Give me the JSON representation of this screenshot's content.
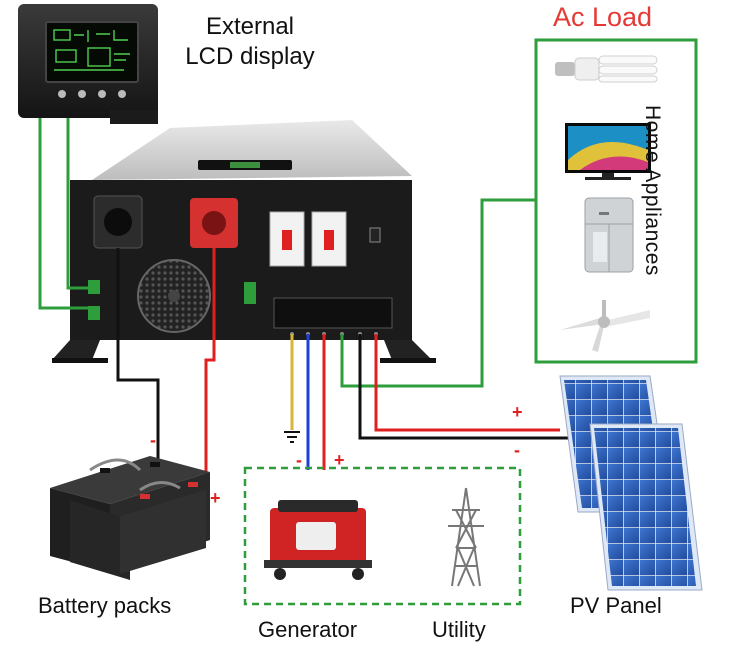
{
  "labels": {
    "lcd_display": "External\nLCD display",
    "ac_load": "Ac Load",
    "home_appliances": "Home Appliances",
    "battery_packs": "Battery packs",
    "generator": "Generator",
    "utility": "Utility",
    "pv_panel": "PV Panel"
  },
  "polarity": {
    "battery_neg": "-",
    "battery_pos": "+",
    "gen_neg": "-",
    "gen_pos": "+",
    "pv_pos": "+",
    "pv_neg": "-"
  },
  "colors": {
    "accent_red": "#e53935",
    "wire_red": "#e02020",
    "wire_black": "#111111",
    "wire_green": "#2e9e3c",
    "wire_blue": "#1e3fd8",
    "wire_yellow": "#d8b43a",
    "inverter_body": "#1b1b1b",
    "solar_cell": "#2f5fb8"
  }
}
